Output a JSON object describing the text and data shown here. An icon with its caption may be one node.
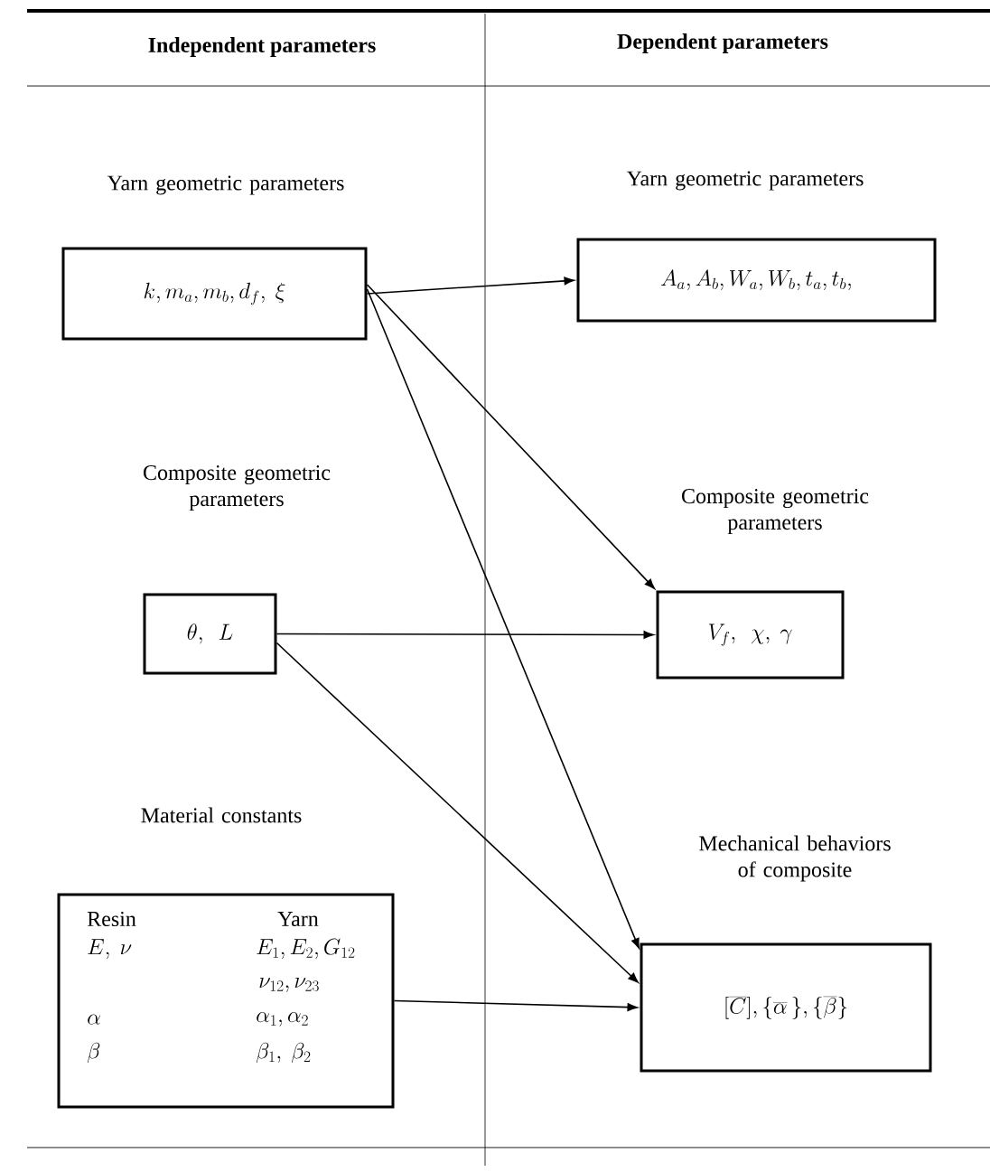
{
  "diagram": {
    "nodes": [
      {
        "text": [
          "Yarn geometric parameters",
          "k, m_a, m_b, d_f,\\ \\xi"
        ]
      },
      {
        "text": [
          "Composite geometric parameters",
          "\\theta,\\ \\ L"
        ]
      },
      {
        "text": [
          "Material constants",
          "Resin",
          "Yarn",
          "E,\\ \\nu",
          "E_1, E_2, G_{12}",
          "\\nu_{12}, \\nu_{23}",
          "\\alpha",
          "\\alpha_1, \\alpha_2",
          "\\beta",
          "\\beta_1,\\ \\beta_2"
        ]
      },
      {
        "text": [
          "Yarn geometric parameters",
          "A_a, A_b, W_a, W_b, t_a, t_b,"
        ]
      },
      {
        "text": [
          "Composite geometric parameters",
          "V_f,\\ \\ \\chi,\\ \\gamma"
        ]
      },
      {
        "text": [
          "Mechanical behaviors of composite",
          "[\\overline{C}],\\{\\overline{\\alpha}\\,\\},\\{\\overline{\\beta}\\}"
        ]
      }
    ],
    "edges": [
      {
        "from": 0,
        "to": 3,
        "arrow": "to"
      },
      {
        "from": 0,
        "to": 4,
        "arrow": "to"
      },
      {
        "from": 0,
        "to": 5,
        "arrow": "to"
      },
      {
        "from": 1,
        "to": 4,
        "arrow": "to"
      },
      {
        "from": 1,
        "to": 5,
        "arrow": "to"
      },
      {
        "from": 2,
        "to": 5,
        "arrow": "to"
      }
    ],
    "labels": [
      "Independent parameters",
      "Dependent parameters"
    ]
  }
}
